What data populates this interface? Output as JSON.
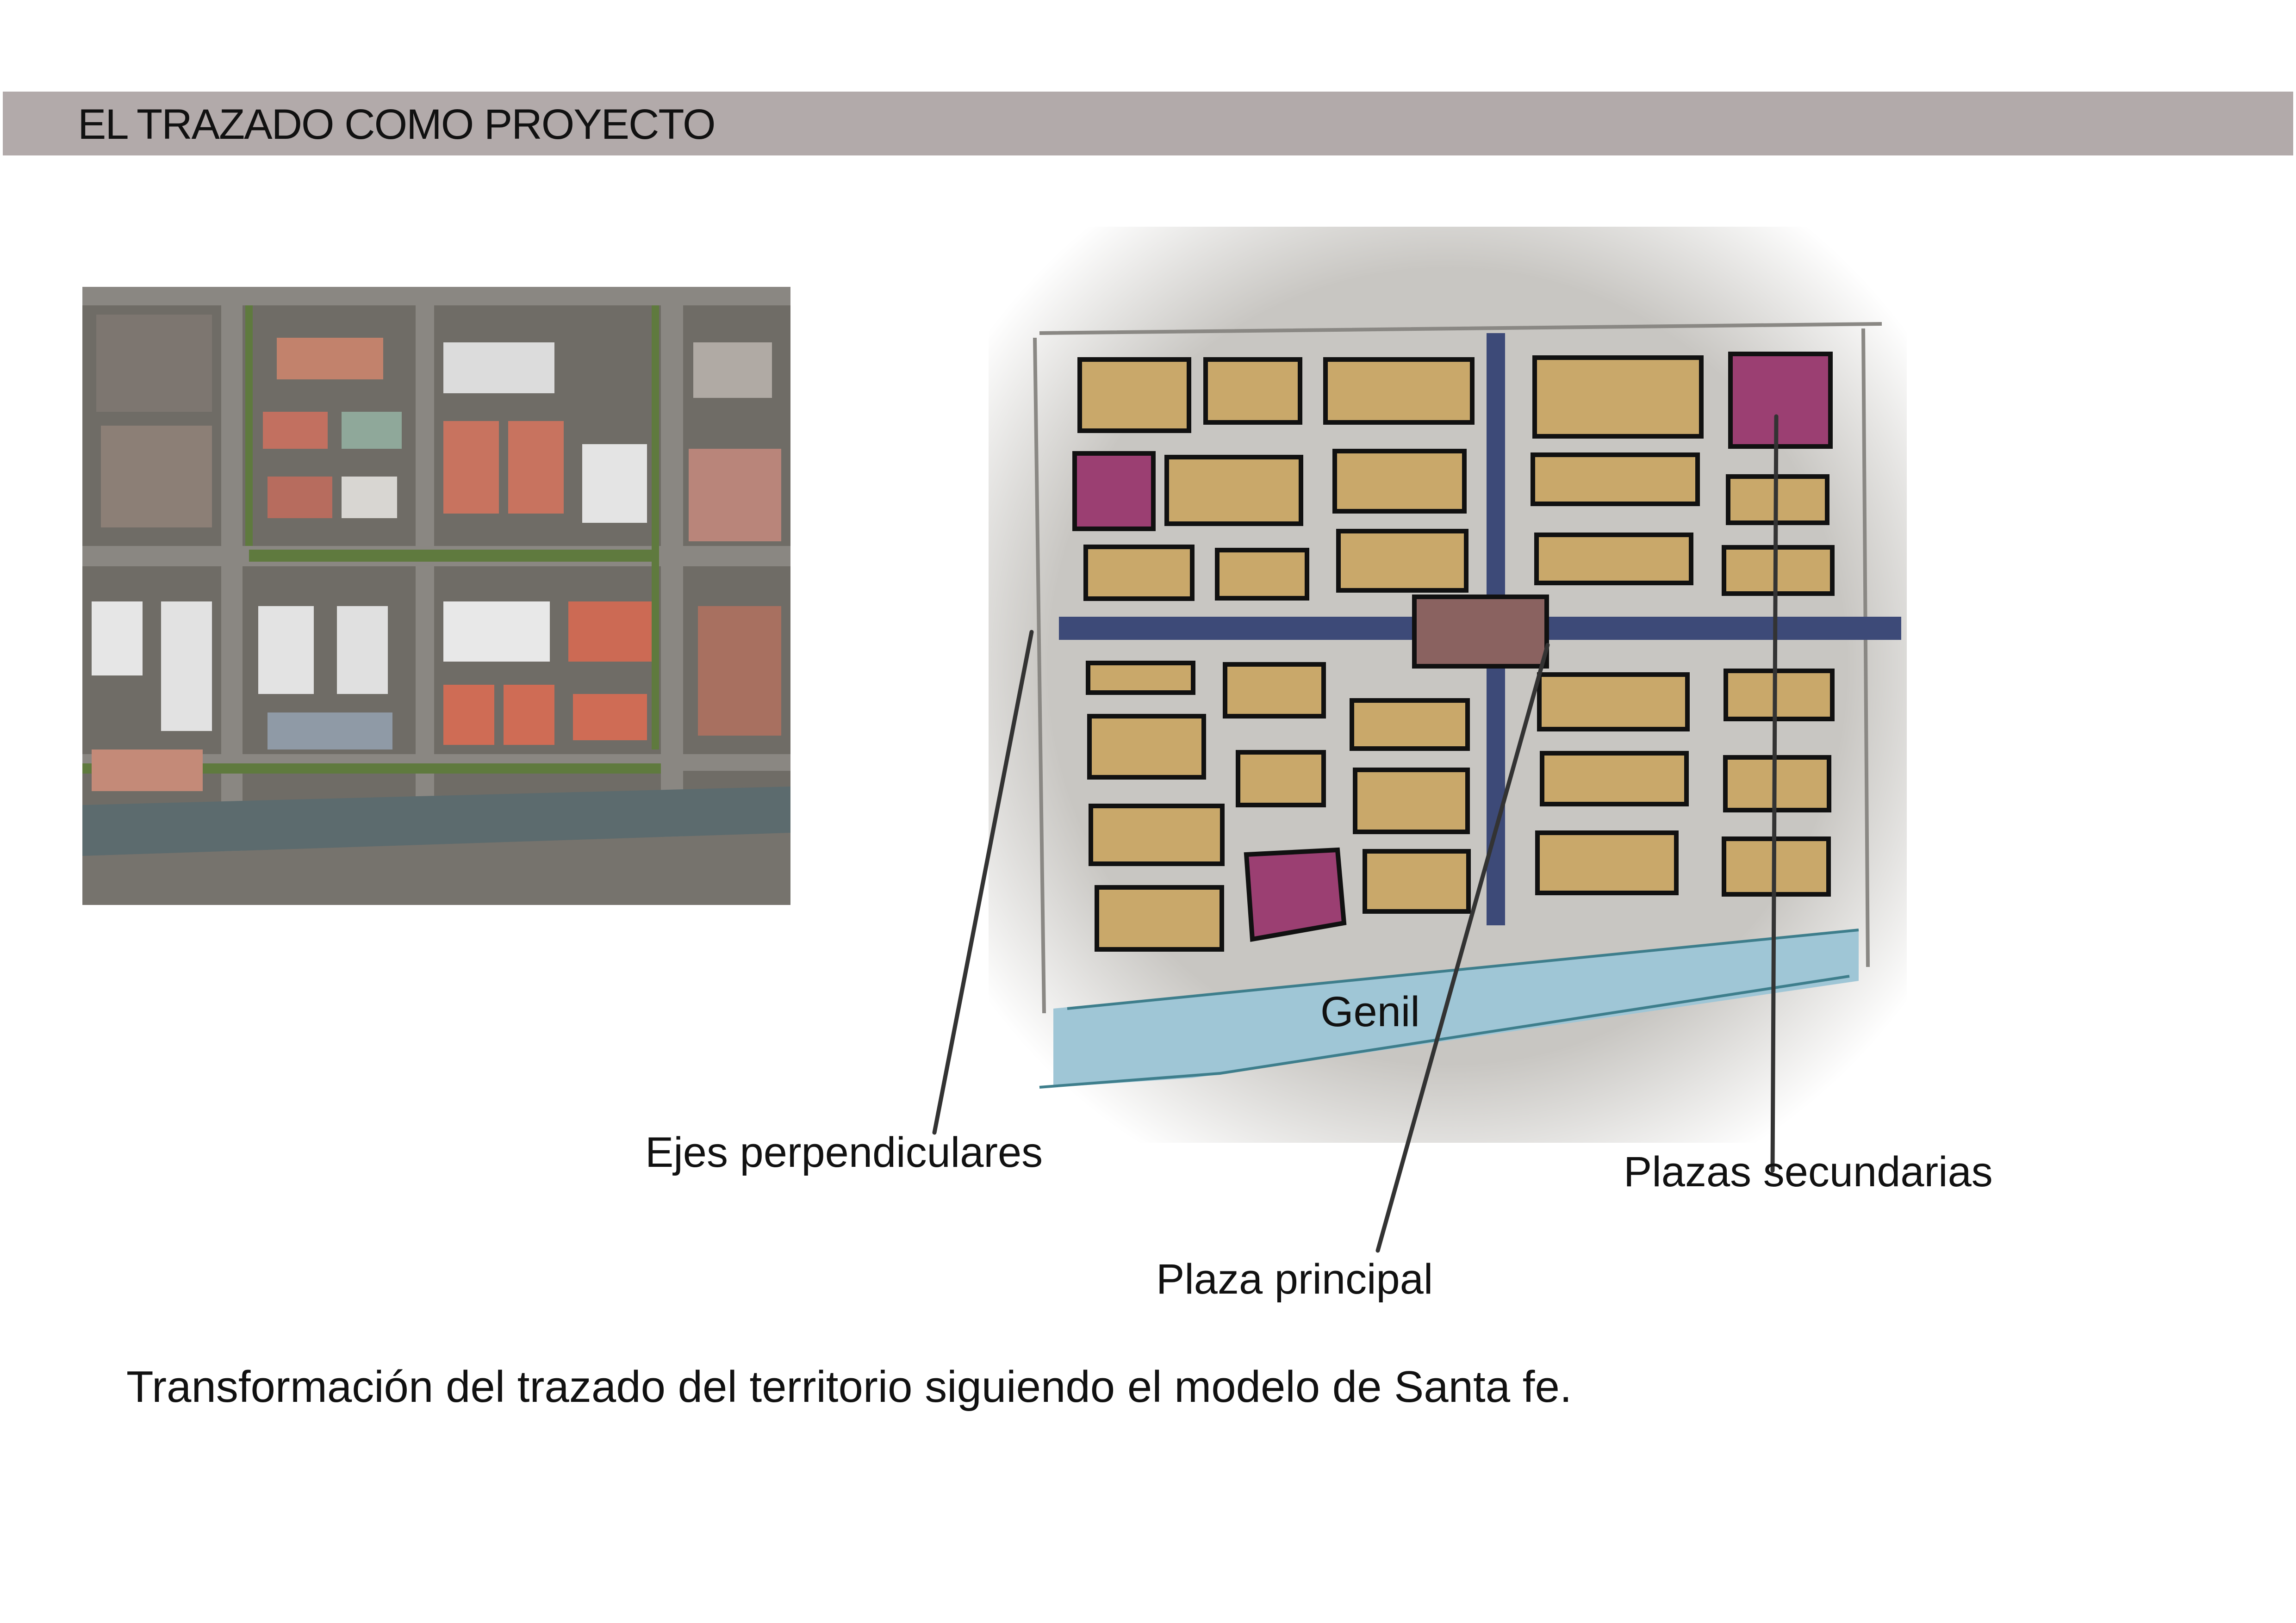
{
  "header": {
    "title": "EL TRAZADO COMO PROYECTO",
    "bar_color": "#b2aaaa"
  },
  "aerial_photo": {
    "description_icon": "aerial-city-photo"
  },
  "sketch": {
    "river_label": "Genil",
    "colors": {
      "block_fill": "#c9a86a",
      "plaza_secondary_fill": "#9b3f72",
      "plaza_main_fill": "#8a6260",
      "axis_color": "#3d4a78",
      "river_color": "#9fc6d6",
      "background": "#c8c6c2"
    }
  },
  "annotations": {
    "axes": "Ejes perpendiculares",
    "main_plaza": "Plaza principal",
    "secondary_plazas": "Plazas secundarias"
  },
  "caption": "Transformación del trazado del territorio  siguiendo el modelo de Santa fe."
}
